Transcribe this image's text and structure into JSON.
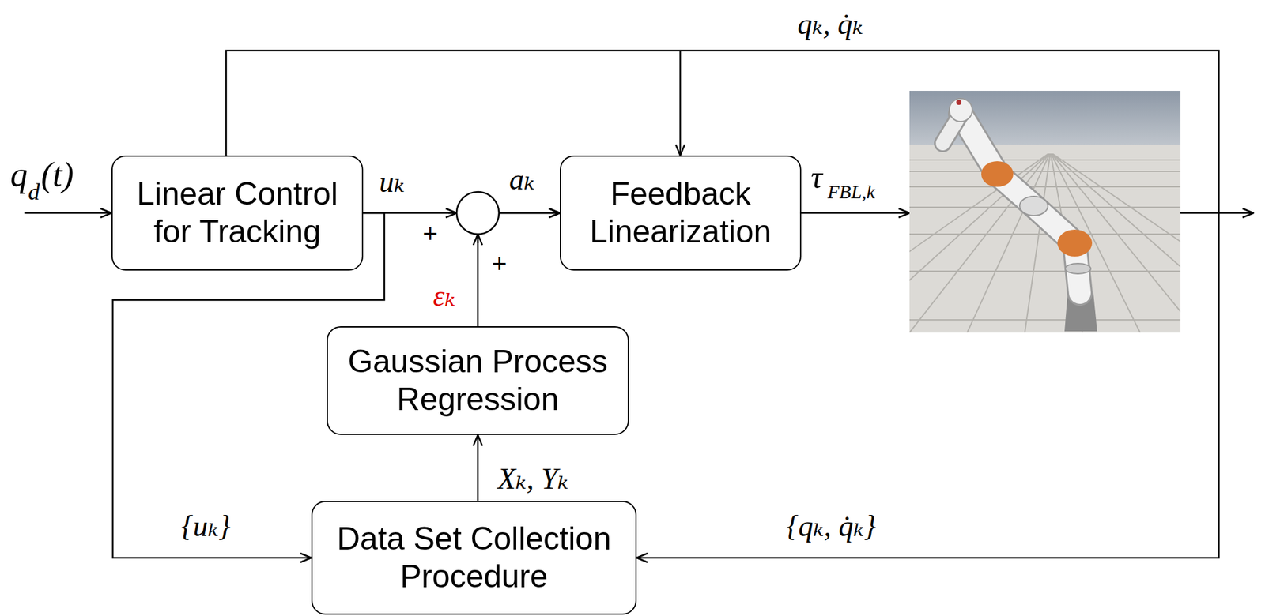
{
  "diagram": {
    "nodes": [
      {
        "text": [
          "Linear Control for Tracking"
        ]
      },
      {
        "text": [
          "Feedback Linearization"
        ]
      },
      {
        "text": [
          "Gaussian Process Regression"
        ]
      },
      {
        "text": [
          "Data Set Collection Procedure"
        ]
      }
    ],
    "edges": [
      {
        "from": 0,
        "to": 1,
        "arrow": "to"
      },
      {
        "from": 2,
        "to": 1,
        "arrow": "to"
      },
      {
        "from": 0,
        "to": 3,
        "arrow": "to"
      },
      {
        "from": 3,
        "to": 2,
        "arrow": "to"
      }
    ],
    "labels": [
      "qₖ, q̇ₖ",
      "q",
      "d",
      "(t)",
      "uₖ",
      "+",
      "aₖ",
      "+",
      "εₖ",
      "τ",
      "FBL,k",
      "Xₖ, Yₖ",
      "{uₖ}",
      "{qₖ, q̇ₖ}"
    ]
  }
}
